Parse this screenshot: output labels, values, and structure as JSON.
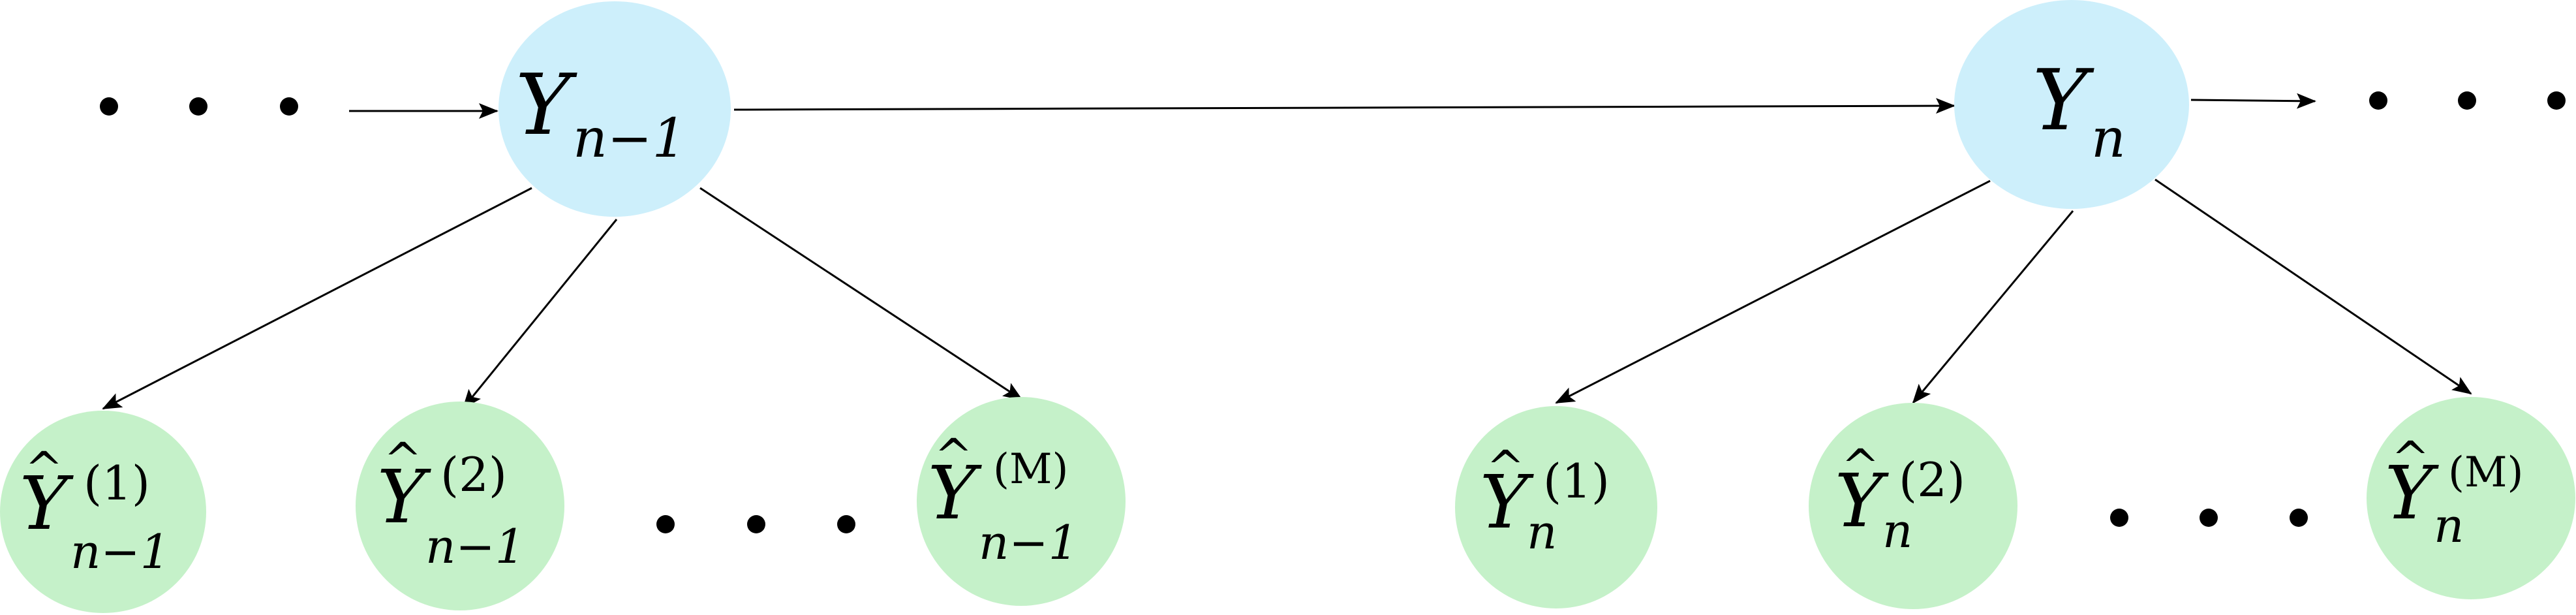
{
  "colors": {
    "state_node_fill": "#cdeffb",
    "observation_node_fill": "#c5f1c9",
    "ink": "#000000"
  },
  "state_nodes": [
    {
      "base": "Y",
      "sub": "n−1"
    },
    {
      "base": "Y",
      "sub": "n"
    }
  ],
  "observation_nodes": [
    {
      "base": "Y",
      "hat": "^",
      "sup": "(1)",
      "sub": "n−1"
    },
    {
      "base": "Y",
      "hat": "^",
      "sup": "(2)",
      "sub": "n−1"
    },
    {
      "base": "Y",
      "hat": "^",
      "sup": "(M)",
      "sub": "n−1"
    },
    {
      "base": "Y",
      "hat": "^",
      "sup": "(1)",
      "sub": "n"
    },
    {
      "base": "Y",
      "hat": "^",
      "sup": "(2)",
      "sub": "n"
    },
    {
      "base": "Y",
      "hat": "^",
      "sup": "(M)",
      "sub": "n"
    }
  ],
  "ellipsis_groups": [
    {
      "symbol": "ellipsis"
    },
    {
      "symbol": "ellipsis"
    },
    {
      "symbol": "ellipsis"
    },
    {
      "symbol": "ellipsis"
    }
  ],
  "edges": [
    {
      "from": "ellipsis-start",
      "to": "Y_{n-1}"
    },
    {
      "from": "Y_{n-1}",
      "to": "Y_n"
    },
    {
      "from": "Y_n",
      "to": "ellipsis-end"
    },
    {
      "from": "Y_{n-1}",
      "to": "Ŷ^{(1)}_{n-1}"
    },
    {
      "from": "Y_{n-1}",
      "to": "Ŷ^{(2)}_{n-1}"
    },
    {
      "from": "Y_{n-1}",
      "to": "Ŷ^{(M)}_{n-1}"
    },
    {
      "from": "Y_n",
      "to": "Ŷ^{(1)}_n"
    },
    {
      "from": "Y_n",
      "to": "Ŷ^{(2)}_n"
    },
    {
      "from": "Y_n",
      "to": "Ŷ^{(M)}_n"
    }
  ]
}
